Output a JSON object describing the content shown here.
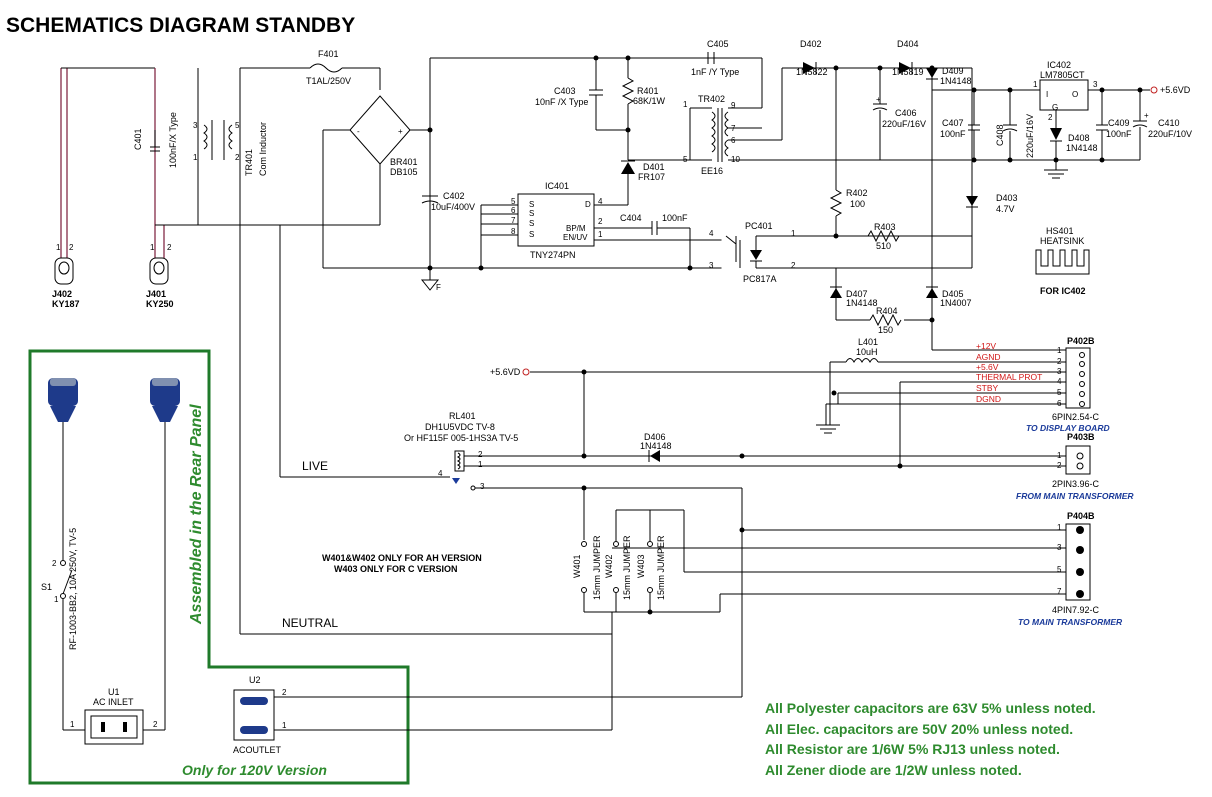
{
  "title": "SCHEMATICS DIAGRAM STANDBY",
  "components": {
    "F401": {
      "ref": "F401",
      "value": "T1AL/250V"
    },
    "C401": {
      "ref": "C401",
      "value": "100nF/X Type"
    },
    "TR401": {
      "ref": "TR401",
      "value": "Com Inductor"
    },
    "BR401": {
      "ref": "BR401",
      "value": "DB105"
    },
    "C402": {
      "ref": "C402",
      "value": "10uF/400V"
    },
    "C403": {
      "ref": "C403",
      "value": "10nF /X Type"
    },
    "R401": {
      "ref": "R401",
      "value": "68K/1W"
    },
    "D401": {
      "ref": "D401",
      "value": "FR107"
    },
    "C405": {
      "ref": "C405",
      "value": "1nF /Y Type"
    },
    "TR402": {
      "ref": "TR402",
      "value": "EE16"
    },
    "D402": {
      "ref": "D402",
      "value": "1N5822"
    },
    "D404": {
      "ref": "D404",
      "value": "1N5819"
    },
    "D409": {
      "ref": "D409",
      "value": "1N4148"
    },
    "C406": {
      "ref": "C406",
      "value": "220uF/16V"
    },
    "IC402": {
      "ref": "IC402",
      "value": "LM7805CT"
    },
    "C407": {
      "ref": "C407",
      "value": "100nF"
    },
    "C408": {
      "ref": "C408",
      "value": "220uF/16V"
    },
    "D408": {
      "ref": "D408",
      "value": "1N4148"
    },
    "C409": {
      "ref": "C409",
      "value": "100nF"
    },
    "C410": {
      "ref": "C410",
      "value": "220uF/10V"
    },
    "IC401": {
      "ref": "IC401",
      "value": "TNY274PN"
    },
    "C404": {
      "ref": "C404",
      "value": "100nF"
    },
    "PC401": {
      "ref": "PC401",
      "value": "PC817A"
    },
    "R402": {
      "ref": "R402",
      "value": "100"
    },
    "R403": {
      "ref": "R403",
      "value": "510"
    },
    "D403": {
      "ref": "D403",
      "value": "4.7V"
    },
    "HS401": {
      "ref": "HS401",
      "value": "HEATSINK",
      "note": "FOR IC402"
    },
    "D407": {
      "ref": "D407",
      "value": "1N4148"
    },
    "D405": {
      "ref": "D405",
      "value": "1N4007"
    },
    "R404": {
      "ref": "R404",
      "value": "150"
    },
    "L401": {
      "ref": "L401",
      "value": "10uH"
    },
    "J402": {
      "ref": "J402",
      "value": "KY187"
    },
    "J401": {
      "ref": "J401",
      "value": "KY250"
    },
    "RL401": {
      "ref": "RL401",
      "value": "DH1U5VDC TV-8",
      "alt": "Or HF115F 005-1HS3A TV-5"
    },
    "D406": {
      "ref": "D406",
      "value": "1N4148"
    },
    "W401": {
      "ref": "W401",
      "value": "15mm JUMPER"
    },
    "W402": {
      "ref": "W402",
      "value": "15mm JUMPER"
    },
    "W403": {
      "ref": "W403",
      "value": "15mm JUMPER"
    },
    "S1": {
      "ref": "S1",
      "value": "RF-1003-BB2, 10A 250V, TV-5"
    },
    "U1": {
      "ref": "U1",
      "value": "AC INLET"
    },
    "U2": {
      "ref": "U2",
      "value": "ACOUTLET"
    }
  },
  "ic401_pins": {
    "D": "D",
    "S": "S",
    "BPM": "BP/M",
    "ENUV": "EN/UV"
  },
  "ic402_pins": {
    "I": "I",
    "O": "O",
    "G": "G"
  },
  "net_labels": {
    "vout": "+5.6VD",
    "live": "LIVE",
    "neutral": "NEUTRAL",
    "gnd_f": "F"
  },
  "connectors": {
    "P402B": {
      "ref": "P402B",
      "type": "6PIN2.54-C",
      "dest": "TO DISPLAY BOARD",
      "signals": [
        "+12V",
        "AGND",
        "+5.6V",
        "THERMAL PROT",
        "STBY",
        "DGND"
      ]
    },
    "P403B": {
      "ref": "P403B",
      "type": "2PIN3.96-C",
      "dest": "FROM MAIN TRANSFORMER"
    },
    "P404B": {
      "ref": "P404B",
      "type": "4PIN7.92-C",
      "dest": "TO MAIN TRANSFORMER"
    }
  },
  "version_notes": {
    "line1": "W401&W402 ONLY FOR AH VERSION",
    "line2": "W403 ONLY  FOR C VERSION"
  },
  "rear_panel_label": "Assembled in the Rear Panel",
  "only_120v_label": "Only for 120V Version",
  "notes": [
    "All Polyester capacitors are 63V 5% unless noted.",
    "All Elec. capacitors are 50V 20% unless noted.",
    "All Resistor are 1/6W 5% RJ13 unless noted.",
    "All Zener diode are 1/2W unless noted."
  ]
}
